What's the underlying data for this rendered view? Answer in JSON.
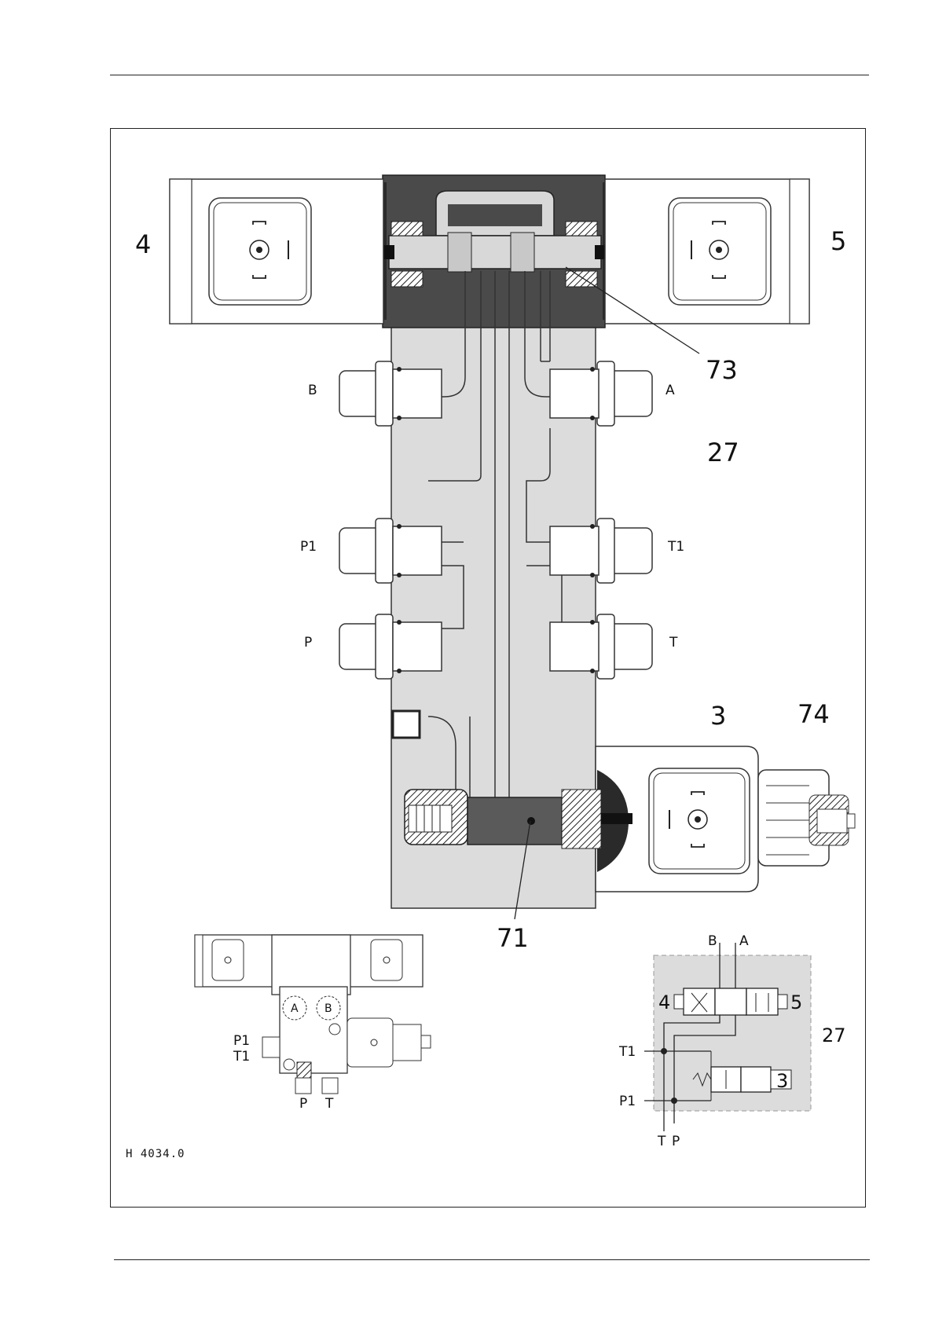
{
  "labels": {
    "solenoid_left": "4",
    "solenoid_right": "5",
    "seat_valve": "73",
    "port_b": "B",
    "port_a": "A",
    "block": "27",
    "port_p1": "P1",
    "port_t1": "T1",
    "port_p": "P",
    "port_t": "T",
    "solenoid_bottom": "3",
    "manual_override": "74",
    "spool": "71"
  },
  "small_view": {
    "port_a": "A",
    "port_b": "B",
    "p1": "P1",
    "t1": "T1",
    "p": "P",
    "t": "T"
  },
  "schematic": {
    "b": "B",
    "a": "A",
    "four": "4",
    "five": "5",
    "block": "27",
    "t1": "T1",
    "three": "3",
    "p1": "P1",
    "t": "T",
    "p": "P"
  },
  "drawing_code": "H 4034.0"
}
